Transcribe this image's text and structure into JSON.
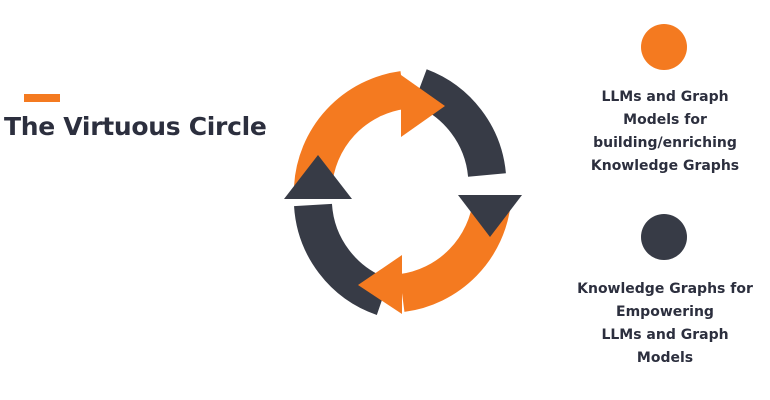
{
  "title": "The Virtuous Circle",
  "colors": {
    "accent": "#f47a20",
    "dark": "#373b46",
    "text": "#2c2f3e",
    "background": "#ffffff"
  },
  "icons": [
    "cycle-arrows-icon"
  ],
  "legend": [
    {
      "color": "#f47a20",
      "lines": [
        "LLMs and Graph",
        "Models for",
        "building/enriching",
        "Knowledge Graphs"
      ]
    },
    {
      "color": "#373b46",
      "lines": [
        "Knowledge Graphs for",
        "Empowering",
        "LLMs and Graph",
        "Models"
      ]
    }
  ]
}
